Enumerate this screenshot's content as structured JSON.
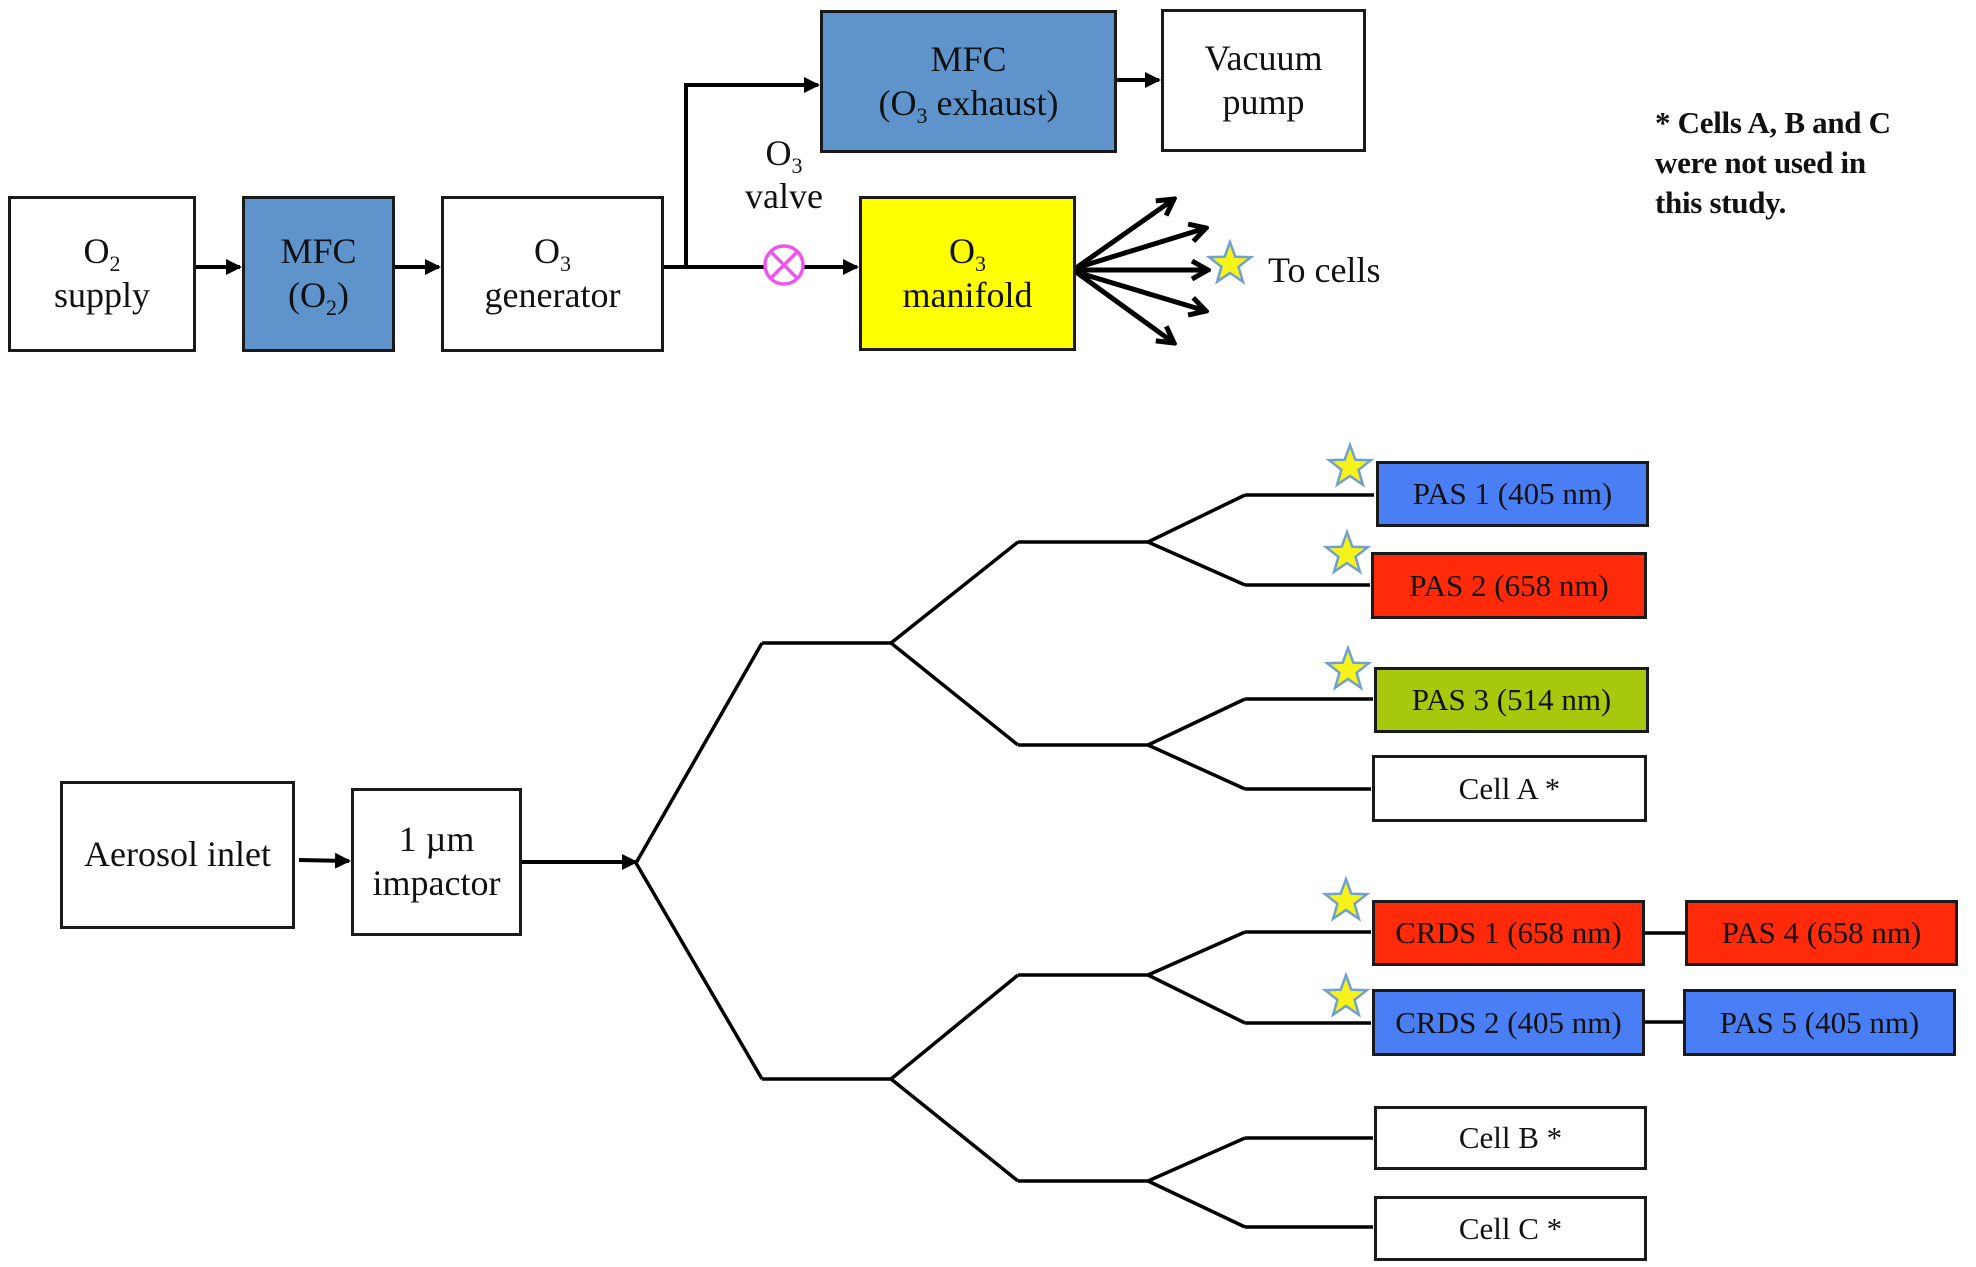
{
  "ozone_system": {
    "o2_supply": {
      "line1": "O",
      "line1_sub": "2",
      "line2": "supply"
    },
    "mfc_o2": {
      "line1": "MFC",
      "line2_prefix": "(O",
      "line2_sub": "2",
      "line2_suffix": ")"
    },
    "o3_generator": {
      "line1": "O",
      "line1_sub": "3",
      "line2": "generator"
    },
    "mfc_o3_exhaust": {
      "line1": "MFC",
      "line2_prefix": "(O",
      "line2_sub": "3",
      "line2_suffix": " exhaust)"
    },
    "vacuum_pump": {
      "line1": "Vacuum",
      "line2": "pump"
    },
    "o3_valve": {
      "line1": "O",
      "line1_sub": "3",
      "line2": "valve",
      "icon": "valve-icon"
    },
    "o3_manifold": {
      "line1": "O",
      "line1_sub": "3",
      "line2": "manifold"
    },
    "to_cells_label": "To cells",
    "manifold_outlets": 5
  },
  "aerosol_system": {
    "aerosol_inlet": "Aerosol inlet",
    "impactor": {
      "line1": "1 µm",
      "line2": "impactor"
    },
    "cells": [
      {
        "id": "pas1",
        "label": "PAS 1 (405 nm)",
        "color": "#4a7ef5",
        "ozone": true
      },
      {
        "id": "pas2",
        "label": "PAS 2 (658 nm)",
        "color": "#ff2a0a",
        "ozone": true
      },
      {
        "id": "pas3",
        "label": "PAS 3 (514 nm)",
        "color": "#a6c90d",
        "ozone": true
      },
      {
        "id": "cellA",
        "label": "Cell A *",
        "color": "#ffffff",
        "ozone": false
      },
      {
        "id": "crds1",
        "label": "CRDS 1 (658 nm)",
        "color": "#ff2a0a",
        "ozone": true
      },
      {
        "id": "crds2",
        "label": "CRDS 2 (405 nm)",
        "color": "#4a7ef5",
        "ozone": true
      },
      {
        "id": "cellB",
        "label": "Cell B *",
        "color": "#ffffff",
        "ozone": false
      },
      {
        "id": "cellC",
        "label": "Cell C *",
        "color": "#ffffff",
        "ozone": false
      }
    ],
    "downstream": [
      {
        "id": "pas4",
        "label": "PAS 4 (658 nm)",
        "color": "#ff2a0a",
        "after": "crds1"
      },
      {
        "id": "pas5",
        "label": "PAS 5 (405 nm)",
        "color": "#4a7ef5",
        "after": "crds2"
      }
    ]
  },
  "note": {
    "line1": "* Cells A, B and C",
    "line2": "were not used in",
    "line3": "this study."
  },
  "colors": {
    "mfc_blue": "#5f93cc",
    "manifold_yellow": "#ffff00",
    "valve_magenta": "#ee55ee",
    "star_fill": "#f7f21a",
    "star_stroke": "#6fa0d0"
  }
}
